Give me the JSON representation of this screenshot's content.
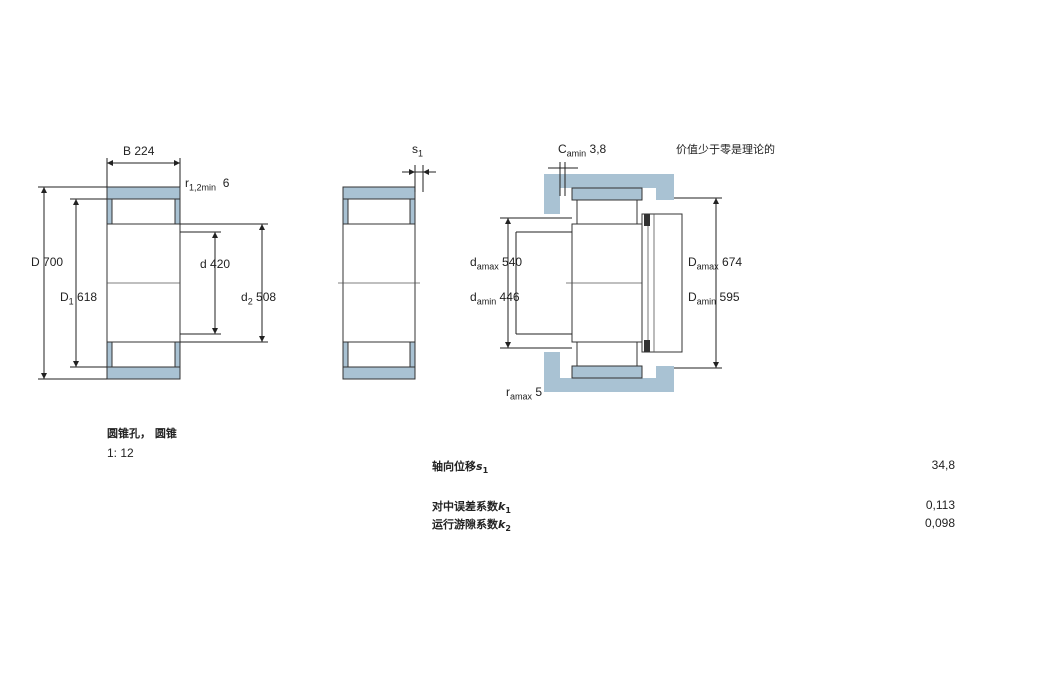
{
  "bearing_view": {
    "B_label": "B",
    "B_value": "224",
    "r_label": "r",
    "r_sub": "1,2min",
    "r_value": "6",
    "D_label": "D",
    "D_value": "700",
    "D1_label": "D",
    "D1_sub": "1",
    "D1_value": "618",
    "d_label": "d",
    "d_value": "420",
    "d2_label": "d",
    "d2_sub": "2",
    "d2_value": "508"
  },
  "side_view": {
    "s1_label": "s",
    "s1_sub": "1"
  },
  "mounting_view": {
    "Ca_label": "C",
    "Ca_sub": "amin",
    "Ca_value": "3,8",
    "note": "价值少于零是理论的",
    "da_max_label": "d",
    "da_max_sub": "amax",
    "da_max_value": "540",
    "da_min_label": "d",
    "da_min_sub": "amin",
    "da_min_value": "446",
    "Da_max_label": "D",
    "Da_max_sub": "amax",
    "Da_max_value": "674",
    "Da_min_label": "D",
    "Da_min_sub": "amin",
    "Da_min_value": "595",
    "ra_label": "r",
    "ra_sub": "amax",
    "ra_value": "5"
  },
  "taper_note": {
    "line1": "圆锥孔， 圆锥",
    "line2": "1: 12"
  },
  "properties": [
    {
      "label": "轴向位移",
      "symbol": "s",
      "sub": "1",
      "value": "34,8"
    },
    {
      "label": "对中误差系数",
      "symbol": "k",
      "sub": "1",
      "value": "0,113"
    },
    {
      "label": "运行游隙系数",
      "symbol": "k",
      "sub": "2",
      "value": "0,098"
    }
  ],
  "colors": {
    "ring": "#a9c2d3",
    "line": "#222222"
  }
}
